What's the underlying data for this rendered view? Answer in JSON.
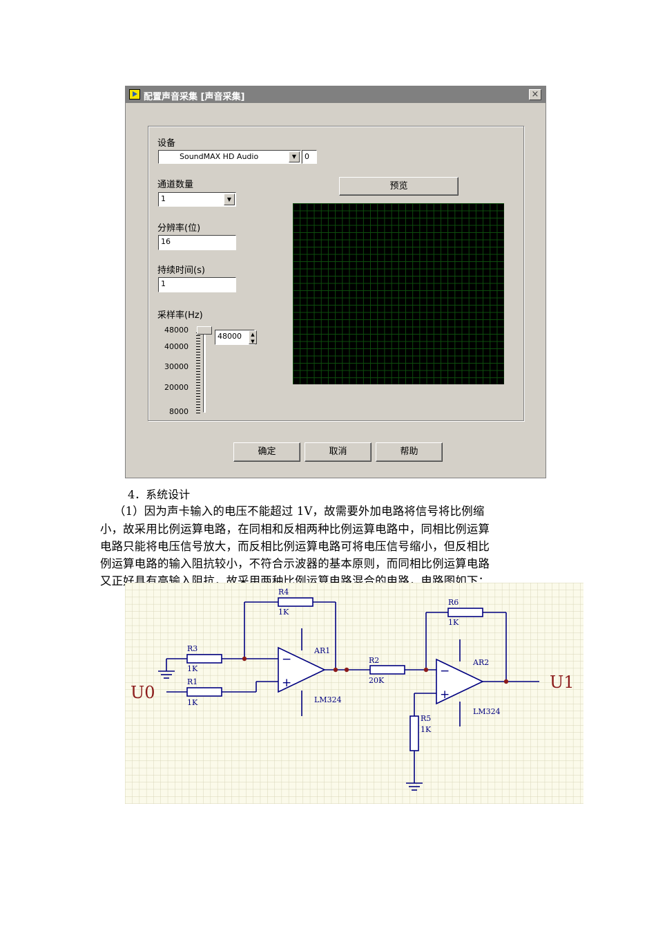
{
  "dialog": {
    "title": "配置声音采集 [声音采集]",
    "close_symbol": "×",
    "device_label": "设备",
    "device_value": "SoundMAX HD Audio",
    "device_index": "0",
    "channels_label": "通道数量",
    "channels_value": "1",
    "preview_button": "预览",
    "resolution_label": "分辨率(位)",
    "resolution_value": "16",
    "duration_label": "持续时间(s)",
    "duration_value": "1",
    "samplerate_label": "采样率(Hz)",
    "samplerate_ticks": [
      "48000",
      "40000",
      "30000",
      "20000",
      "8000"
    ],
    "samplerate_value": "48000",
    "slider_level": 1.0,
    "ok_button": "确定",
    "cancel_button": "取消",
    "help_button": "帮助"
  },
  "section_heading": "4．系统设计",
  "paragraph_lines": [
    "（1）因为声卡输入的电压不能超过 1V，故需要外加电路将信号将比例缩",
    "小，故采用比例运算电路，在同相和反相两种比例运算电路中，同相比例运算",
    "电路只能将电压信号放大，而反相比例运算电路可将电压信号缩小，但反相比",
    "例运算电路的输入阻抗较小，不符合示波器的基本原则，而同相比例运算电路",
    "又正好具有高输入阻抗，故采用两种比例运算电路混合的电路，电路图如下："
  ],
  "circuit": {
    "input_label": "U0",
    "output_label": "U1",
    "resistors": [
      {
        "name": "R4",
        "value": "1K"
      },
      {
        "name": "R3",
        "value": "1K"
      },
      {
        "name": "R1",
        "value": "1K"
      },
      {
        "name": "R2",
        "value": "20K"
      },
      {
        "name": "R6",
        "value": "1K"
      },
      {
        "name": "R5",
        "value": "1K"
      }
    ],
    "opamps": [
      {
        "name": "AR1",
        "part": "LM324"
      },
      {
        "name": "AR2",
        "part": "LM324"
      }
    ],
    "minus_sign": "−",
    "plus_sign": "+"
  }
}
